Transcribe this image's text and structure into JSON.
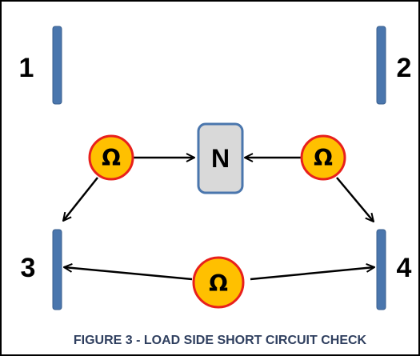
{
  "terminals": {
    "t1": "1",
    "t2": "2",
    "t3": "3",
    "t4": "4"
  },
  "neutral": {
    "label": "N"
  },
  "meters": {
    "symbol": "Ω"
  },
  "caption": "FIGURE 3 - LOAD SIDE SHORT CIRCUIT CHECK",
  "colors": {
    "terminal_bar": "#4a76ad",
    "meter_fill": "#ffc000",
    "meter_stroke": "#e8201c",
    "neutral_fill": "#d9d9d9",
    "neutral_stroke": "#4a76ad",
    "caption": "#2f3f5f"
  }
}
